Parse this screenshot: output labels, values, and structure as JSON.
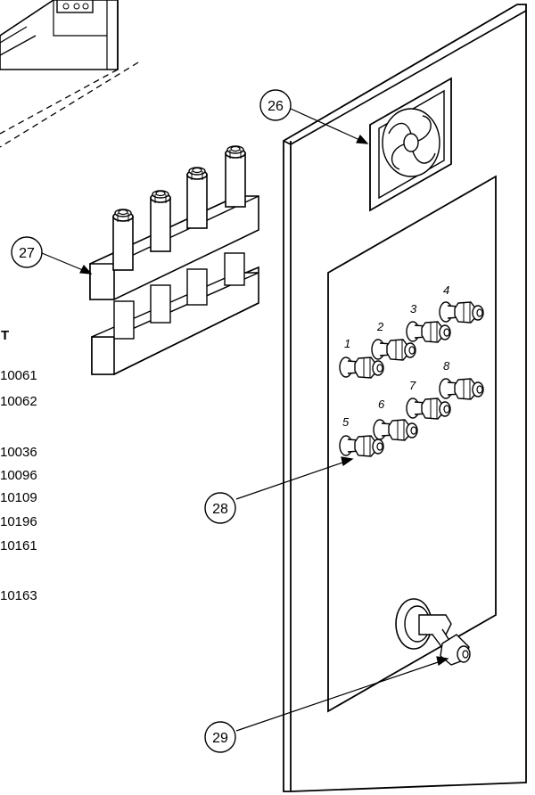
{
  "callouts": {
    "c26": "26",
    "c27": "27",
    "c28": "28",
    "c29": "29"
  },
  "fitting_labels": [
    "1",
    "2",
    "3",
    "4",
    "5",
    "6",
    "7",
    "8"
  ],
  "left_column": {
    "header_fragment": "T",
    "part_numbers": [
      "10061",
      "10062",
      "10036",
      "10096",
      "10109",
      "10196",
      "10161",
      "10163"
    ]
  }
}
